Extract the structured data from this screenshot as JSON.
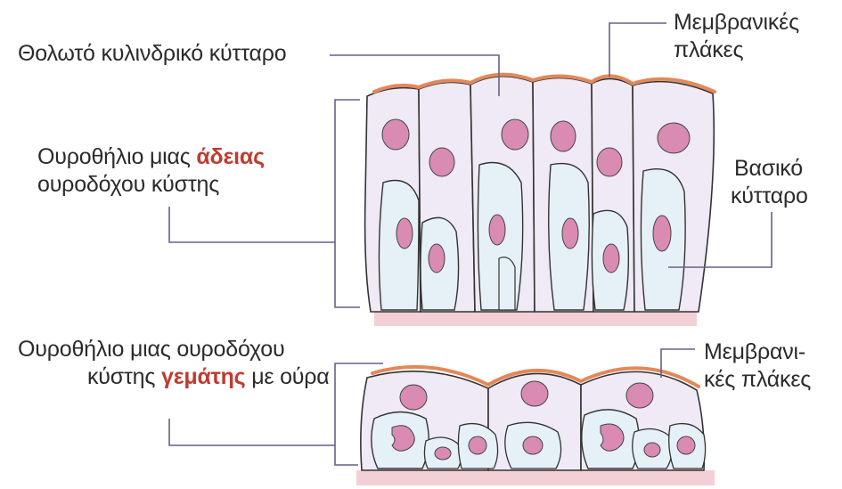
{
  "labels": {
    "columnar_cell": "Θολωτό κυλινδρικό κύτταρο",
    "membrane_plaques_top_line1": "Μεμβρανικές",
    "membrane_plaques_top_line2": "πλάκες",
    "empty_bladder_prefix": "Ουροθήλιο μιας ",
    "empty_bladder_emph": "άδειας",
    "empty_bladder_line2": "ουροδόχου κύστης",
    "basal_cell_line1": "Βασικό",
    "basal_cell_line2": "κύτταρο",
    "full_bladder_line1": "Ουροθήλιο μιας ουροδόχου",
    "full_bladder_prefix": "κύστης ",
    "full_bladder_emph": "γεμάτης",
    "full_bladder_suffix": " με ούρα",
    "membrane_plaques_bottom_line1": "Μεμβρανι-",
    "membrane_plaques_bottom_line2": "κές πλάκες"
  },
  "colors": {
    "emphasis": "#c23a2e",
    "plaque": "#e3885a",
    "cell_fill": "#efeaf5",
    "cell_fill_light": "#e6f1f7",
    "nucleus": "#d98bb4",
    "basement": "#f3cfd6",
    "leader_line": "#6a5f8a"
  }
}
